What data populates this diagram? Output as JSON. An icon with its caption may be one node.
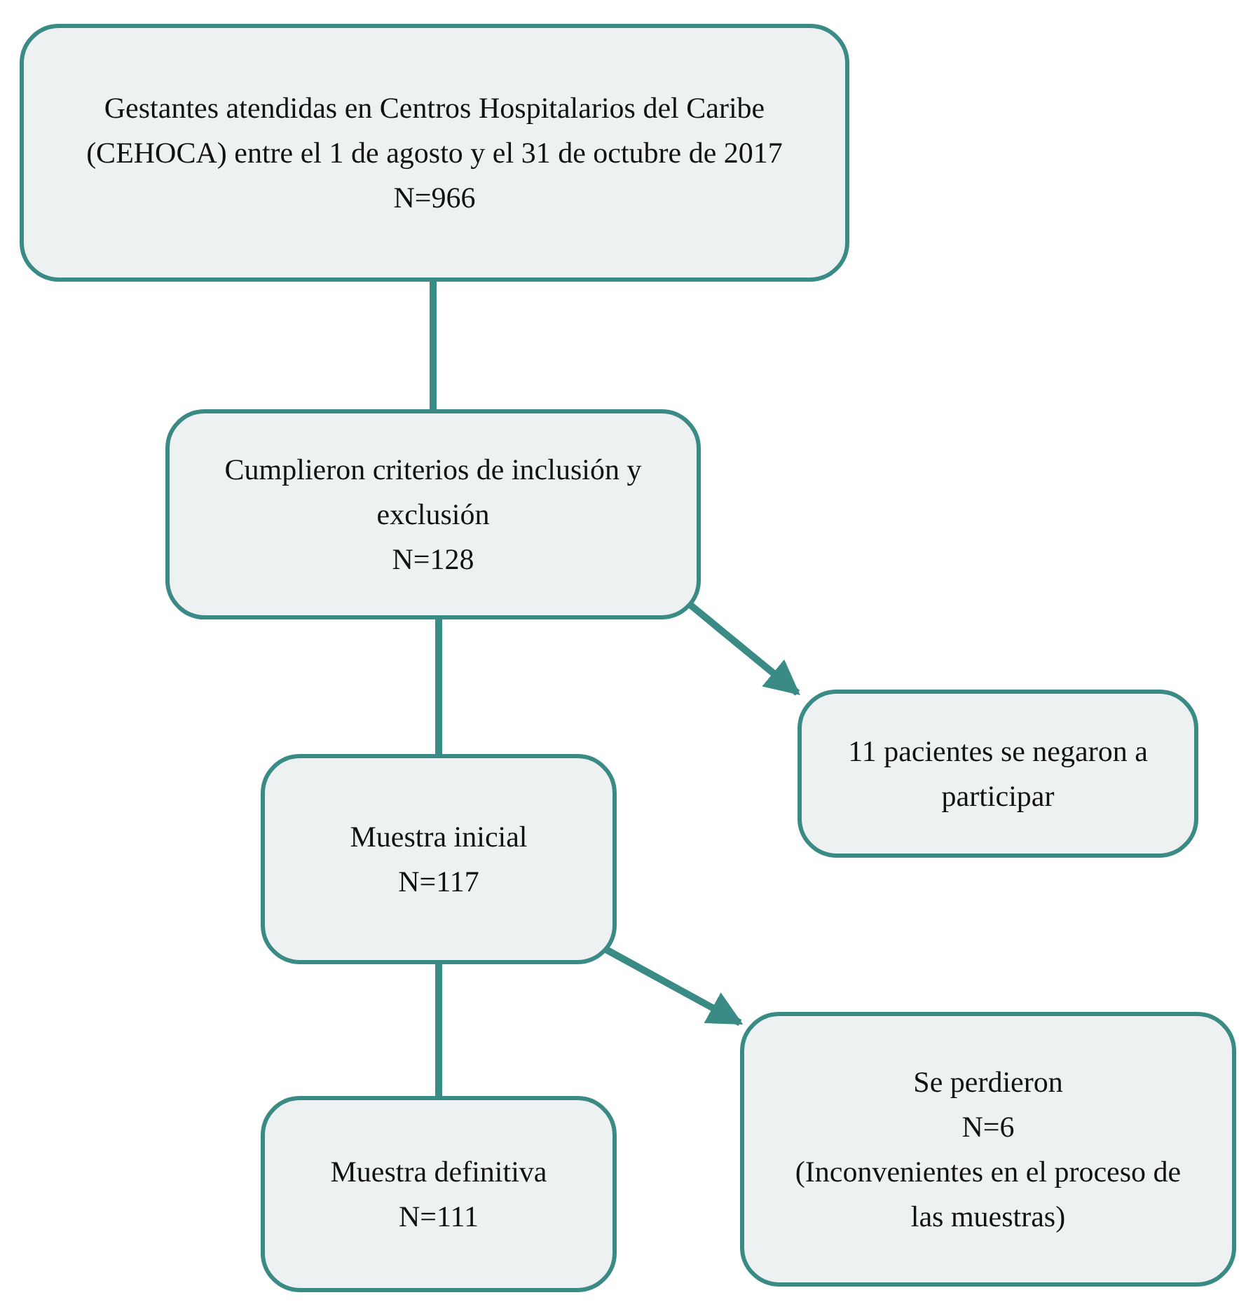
{
  "diagram": {
    "nodes": [
      {
        "text": [
          "Gestantes atendidas en Centros Hospitalarios del Caribe (CEHOCA) entre el 1 de agosto y el 31 de octubre de 2017",
          "N=966"
        ]
      },
      {
        "text": [
          "Cumplieron criterios de inclusión y exclusión",
          "N=128"
        ]
      },
      {
        "text": [
          "11 pacientes se negaron a participar"
        ]
      },
      {
        "text": [
          "Muestra inicial",
          "N=117"
        ]
      },
      {
        "text": [
          "Se perdieron",
          "N=6",
          "(Inconvenientes en el proceso de las muestras)"
        ]
      },
      {
        "text": [
          "Muestra definitiva",
          "N=111"
        ]
      }
    ],
    "edges": [
      {
        "from": 0,
        "to": 1,
        "arrow": "none"
      },
      {
        "from": 1,
        "to": 3,
        "arrow": "none"
      },
      {
        "from": 1,
        "to": 2,
        "arrow": "to"
      },
      {
        "from": 3,
        "to": 5,
        "arrow": "none"
      },
      {
        "from": 3,
        "to": 4,
        "arrow": "to"
      }
    ]
  }
}
